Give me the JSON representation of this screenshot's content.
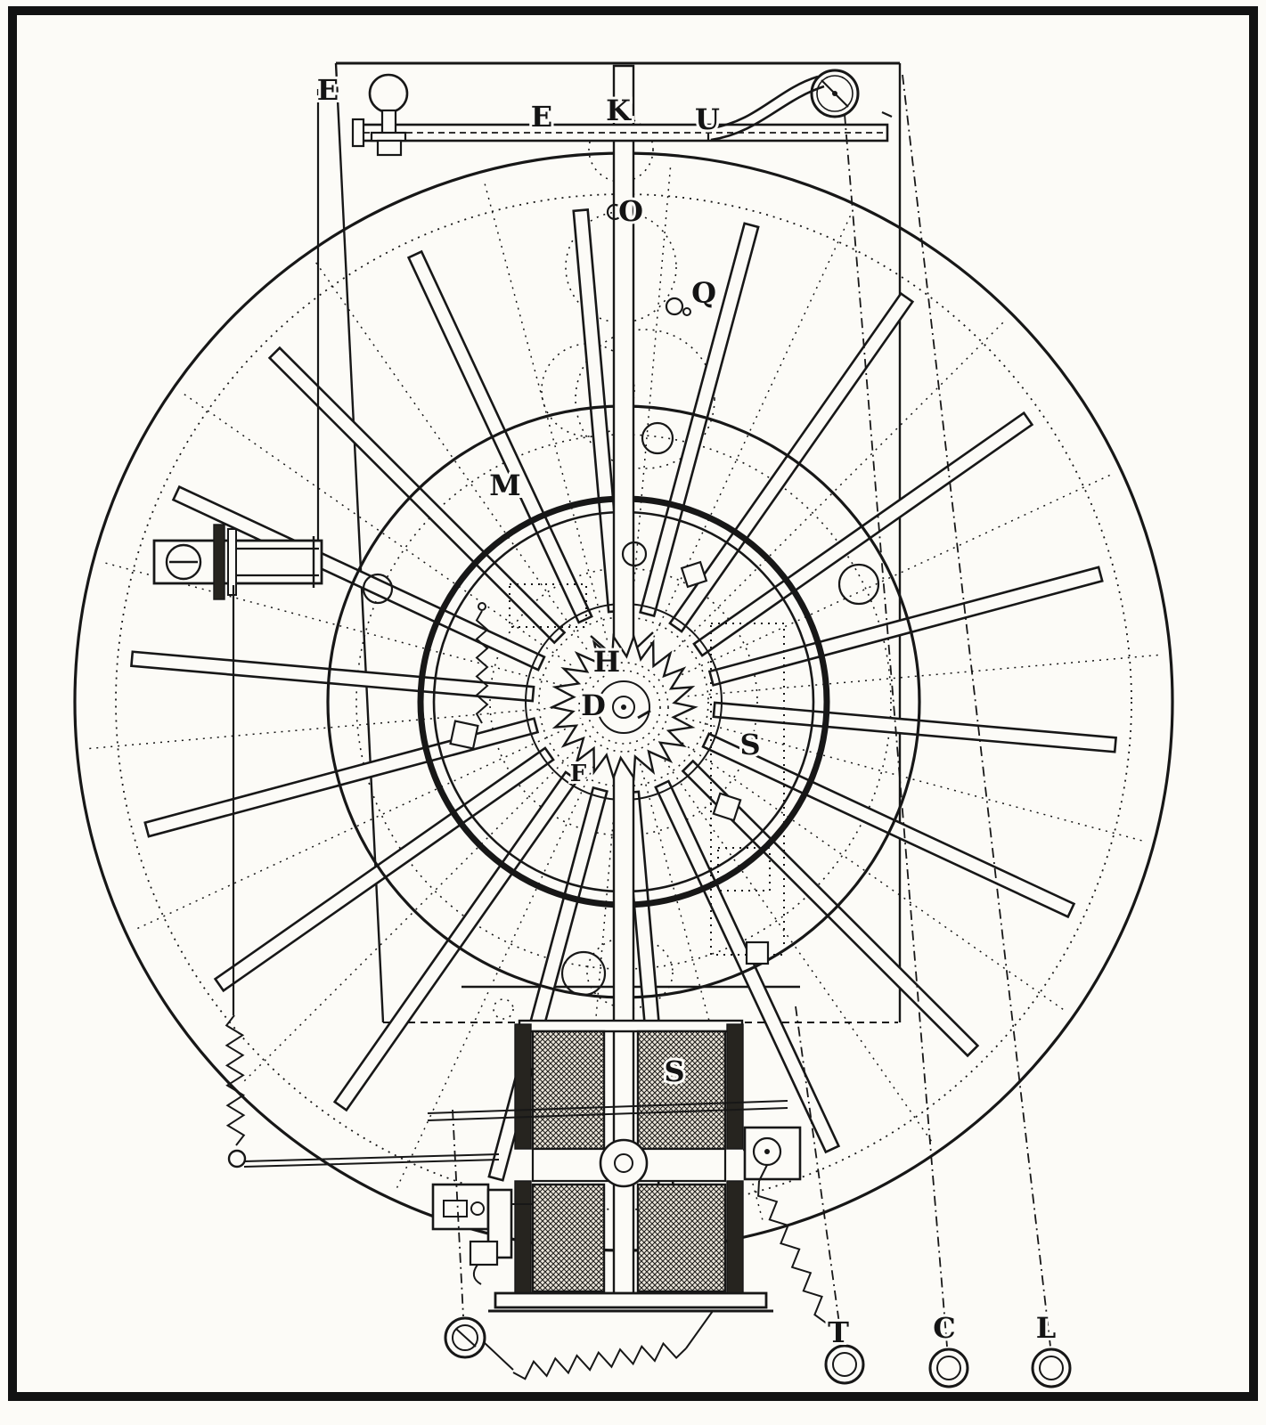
{
  "figure": {
    "kind": "vintage mechanical engraving",
    "description": "Plan view of a dial-telegraph style mechanism: a large spoked wheel over a rectangular frame plate, central ratchet escapement gear, twin electromagnet coils below, retracting springs, and binding-post terminals.",
    "ink_color": "#171717",
    "paper_color": "#fcfbf7",
    "part_labels": {
      "e_frame": "E",
      "e_rod": "E",
      "k": "K",
      "u": "U",
      "o": "O",
      "q": "Q",
      "m": "M",
      "h": "H",
      "d": "D",
      "f": "F",
      "s_wheel": "S",
      "s_coil": "S",
      "t": "T",
      "c": "C",
      "l": "L"
    }
  }
}
